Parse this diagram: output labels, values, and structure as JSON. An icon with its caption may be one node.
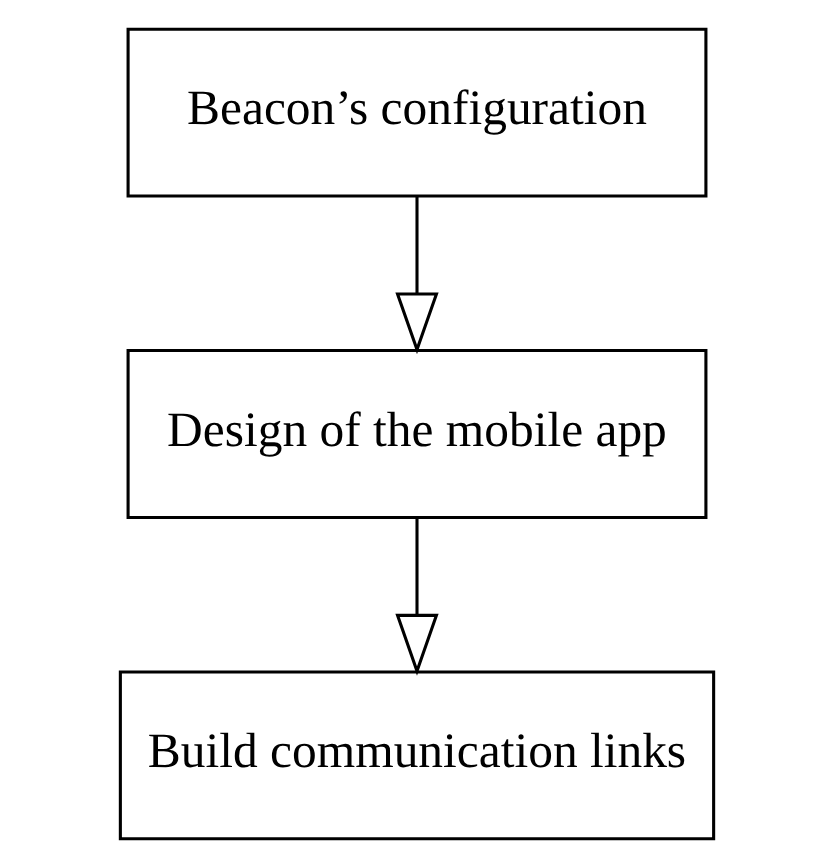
{
  "diagram": {
    "nodes": [
      {
        "text": [
          "Beacon’s configuration"
        ]
      },
      {
        "text": [
          "Design of the mobile app"
        ]
      },
      {
        "text": [
          "Build communication links"
        ]
      }
    ],
    "edges": [
      {
        "from": 0,
        "to": 1,
        "arrow": "to"
      },
      {
        "from": 1,
        "to": 2,
        "arrow": "to"
      }
    ]
  }
}
